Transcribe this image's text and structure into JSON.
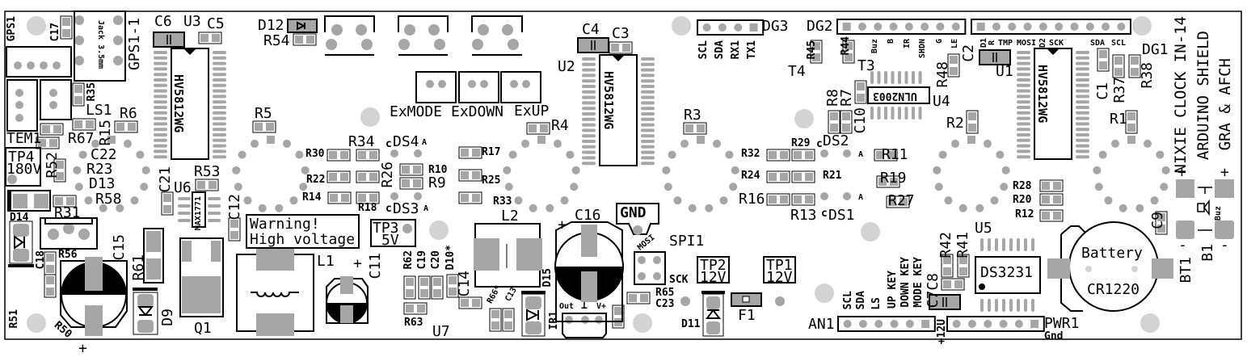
{
  "board": {
    "title_line1": "NIXIE CLOCK IN-14",
    "title_line2": "ARDUINO SHIELD",
    "title_line3": "GRA & AFCH",
    "warning_line1": "Warning!",
    "warning_line2": "High voltage",
    "colors": {
      "pad": "#a6a6a6",
      "hole": "#d3d3d3",
      "outline": "#000000",
      "fill_dark": "#000000"
    }
  },
  "chips": {
    "u3_part": "HV5812WG",
    "u2_part": "HV5812WG",
    "u1_part": "HV5812WG",
    "u4_part": "ULN2003",
    "u5_part": "DS3231",
    "u6_part": "MAX1771",
    "jack_label": "Jack 3.5mm",
    "battery_label": "Battery",
    "battery_type": "CR1220"
  },
  "labels": {
    "GPS1": "GPS1",
    "C17": "C17",
    "GPS1_1": "GPS1-1",
    "C6": "C6",
    "U3": "U3",
    "C5": "C5",
    "D12": "D12",
    "R54": "R54",
    "U2": "U2",
    "C4": "C4",
    "C3": "C3",
    "DG3": "DG3",
    "DG2": "DG2",
    "DG1": "DG1",
    "R35": "R35",
    "LS1": "LS1",
    "R6": "R6",
    "R5": "R5",
    "R15": "R15",
    "R67": "R67",
    "TEM1": "TEM1",
    "C22": "C22",
    "R52": "R52",
    "R23": "R23",
    "D13": "D13",
    "D14": "D14",
    "R31": "R31",
    "R58": "R58",
    "C21": "C21",
    "U6": "U6",
    "R53": "R53",
    "C12": "C12",
    "R61": "R61",
    "Q1": "Q1",
    "D9": "D9",
    "C15": "C15",
    "R56": "R56",
    "C18": "C18",
    "R51": "R51",
    "R50": "R50",
    "L1": "L1",
    "C11": "C11",
    "R30": "R30",
    "R34": "R34",
    "R22": "R22",
    "R14": "R14",
    "R18": "R18",
    "R26": "R26",
    "R10": "R10",
    "R9": "R9",
    "DS4": "DS4",
    "DS3": "DS3",
    "R17": "R17",
    "R25": "R25",
    "R33": "R33",
    "R4": "R4",
    "R3": "R3",
    "ExMODE": "ExMODE",
    "ExDOWN": "ExDOWN",
    "ExUP": "ExUP",
    "L2": "L2",
    "C16": "C16",
    "GND": "GND",
    "MOSI": "MOSI",
    "SPI1": "SPI1",
    "SCK": "SCK",
    "R65": "R65",
    "C23": "C23",
    "TP1": "TP1",
    "TP2": "TP2",
    "TP3": "TP3",
    "TP4": "TP4",
    "TP1_v": "12V",
    "TP2_v": "12V",
    "TP3_v": "5V",
    "TP4_v": "180V",
    "D11": "D11",
    "F1": "F1",
    "R62": "R62",
    "C19": "C19",
    "C20": "C20",
    "D10": "D10*",
    "C14": "C14",
    "R63": "R63",
    "U7": "U7",
    "R66": "R66*",
    "C13": "C13",
    "D15": "D15",
    "IR1": "IR1",
    "IR_out": "Out",
    "IR_gnd": "⊥",
    "IR_vcc": "V+",
    "R32": "R32",
    "R29": "R29",
    "R24": "R24",
    "R21": "R21",
    "R16": "R16",
    "R13": "R13",
    "DS2": "DS2",
    "DS1": "DS1",
    "R45": "R45",
    "T4": "T4",
    "R44": "R44",
    "T3": "T3",
    "R8": "R8",
    "R7": "R7",
    "C10": "C10",
    "U4": "U4",
    "R48": "R48",
    "C2": "C2",
    "U1": "U1",
    "R2": "R2",
    "R1": "R1",
    "C1": "C1",
    "R37": "R37",
    "R38": "R38",
    "R11": "R11",
    "R19": "R19",
    "R27": "R27",
    "R28": "R28",
    "R20": "R20",
    "R12": "R12",
    "U5": "U5",
    "R42": "R42",
    "R41": "R41",
    "C7C8": "C7C8",
    "AN1": "AN1",
    "PWR1": "PWR1",
    "Gnd": "Gnd",
    "p12V": "+12U",
    "C9": "C9",
    "BT1": "BT1",
    "B1": "B1",
    "Buz_b1": "Buz",
    "c_mark": "c",
    "a_mark": "A",
    "plus": "+",
    "minus": "-"
  },
  "pin_labels": {
    "dg3": [
      "SCL",
      "SDA",
      "RX1",
      "TX1"
    ],
    "dg2": [
      "Buz",
      "B",
      "IR",
      "SHDN",
      "G",
      "LE"
    ],
    "dg1_left": [
      "D1",
      "R",
      "TMP",
      "MOSI",
      "D2",
      "SCK"
    ],
    "dg1_right": [
      "SDA",
      "SCL"
    ],
    "an1": [
      "SCL",
      "SDA",
      "LS",
      "UP KEY",
      "DOWN KEY",
      "MODE KEY"
    ]
  }
}
